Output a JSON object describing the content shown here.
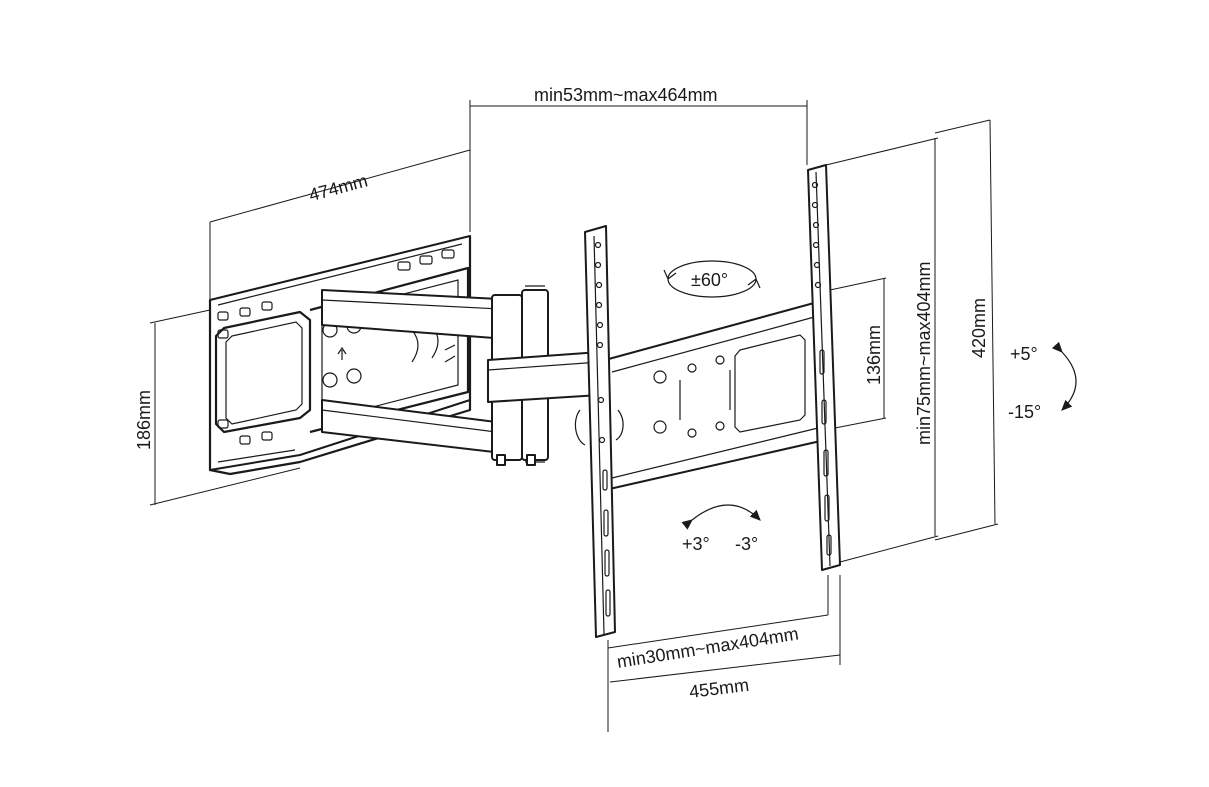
{
  "dimensions": {
    "arm_extension": "min53mm~max464mm",
    "wall_plate_width": "474mm",
    "wall_plate_height": "186mm",
    "vesa_vertical_short": "136mm",
    "vesa_vertical_range": "min75mm~max404mm",
    "bracket_height": "420mm",
    "vesa_horizontal_range": "min30mm~max404mm",
    "bracket_width": "455mm"
  },
  "angles": {
    "swivel": "±60°",
    "tilt_up": "+5°",
    "tilt_down": "-15°",
    "rotation_plus": "+3°",
    "rotation_minus": "-3°"
  }
}
